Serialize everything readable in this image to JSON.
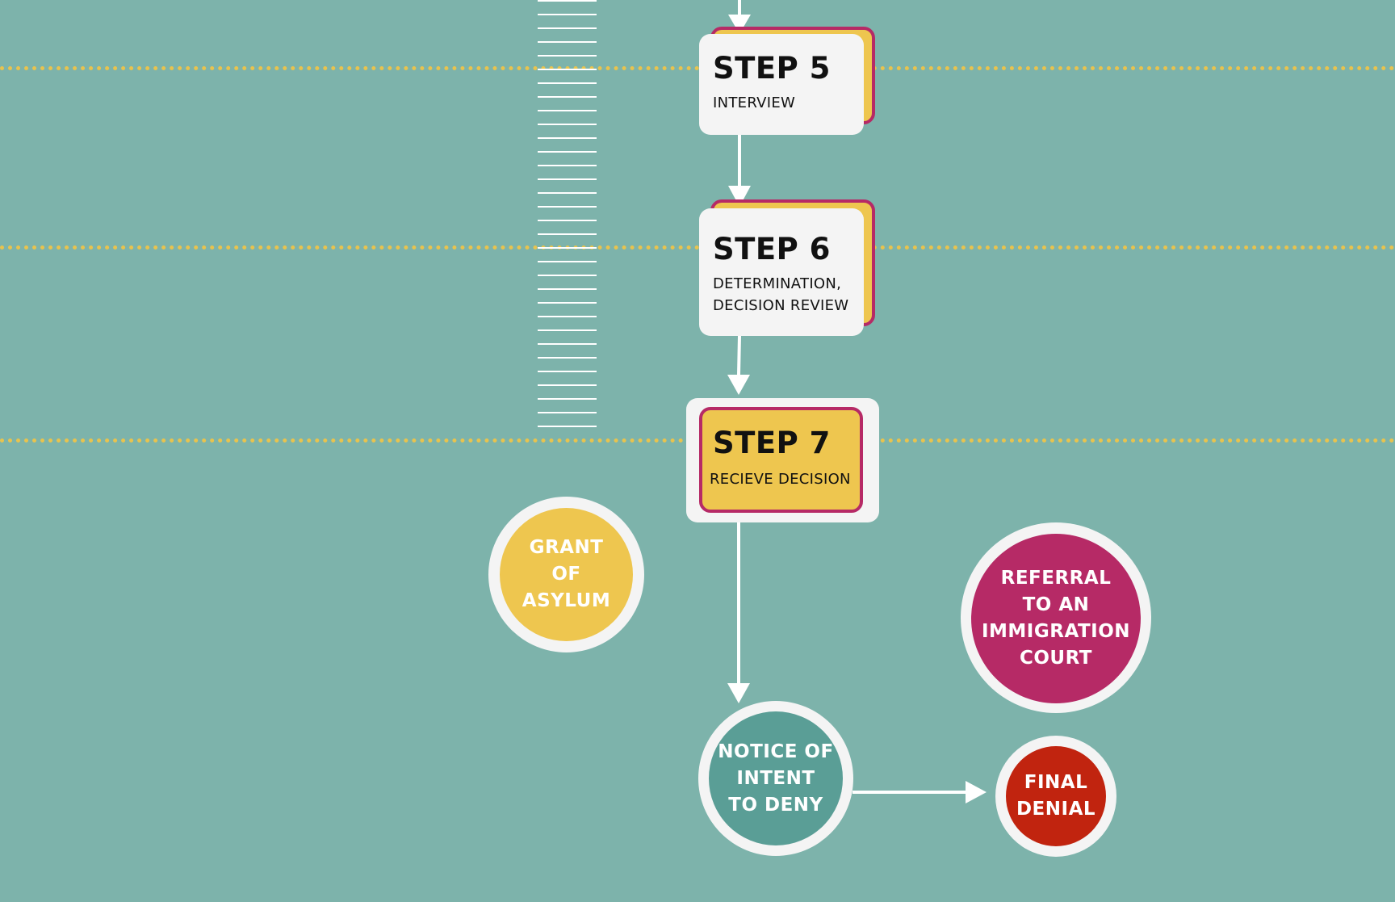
{
  "colors": {
    "background": "#7db3ab",
    "dotted_line": "#e8c34e",
    "card": "#f4f4f4",
    "accent_yellow": "#eec64f",
    "accent_magenta": "#b62a66",
    "notice_teal": "#5a9e96",
    "denial_red": "#c1240f",
    "arrow": "#ffffff"
  },
  "steps": [
    {
      "id": "step5",
      "title": "STEP 5",
      "subtitle": "INTERVIEW"
    },
    {
      "id": "step6",
      "title": "STEP 6",
      "subtitle": "DETERMINATION,\nDECISION REVIEW"
    },
    {
      "id": "step7",
      "title": "STEP 7",
      "subtitle": "RECIEVE DECISION"
    }
  ],
  "outcomes": {
    "grant": "GRANT\nOF\nASYLUM",
    "referral": "REFERRAL\nTO AN\nIMMIGRATION\nCOURT",
    "notice": "NOTICE OF\nINTENT\nTO DENY",
    "final_denial": "FINAL\nDENIAL"
  }
}
